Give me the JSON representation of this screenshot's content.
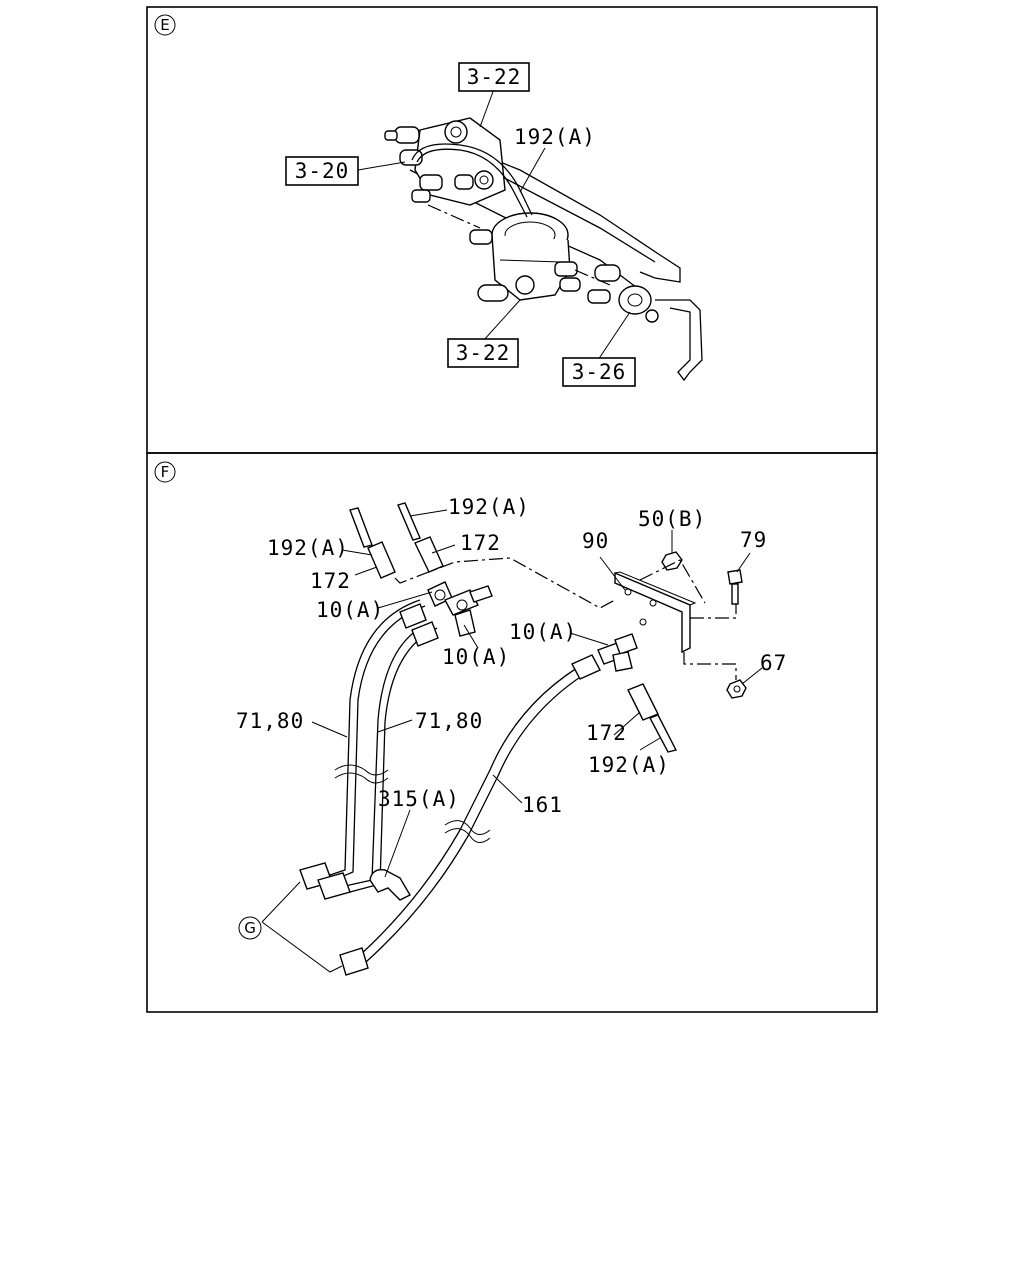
{
  "panels": {
    "E": {
      "marker": "E",
      "boxed_refs": [
        "3-22",
        "3-20",
        "3-22",
        "3-26"
      ],
      "callouts": [
        "192(A)"
      ]
    },
    "F": {
      "marker": "F",
      "callouts": [
        "192(A)",
        "192(A)",
        "172",
        "172",
        "10(A)",
        "10(A)",
        "90",
        "50(B)",
        "79",
        "10(A)",
        "67",
        "71,80",
        "71,80",
        "172",
        "192(A)",
        "315(A)",
        "161"
      ],
      "sub_marker": "G"
    }
  }
}
